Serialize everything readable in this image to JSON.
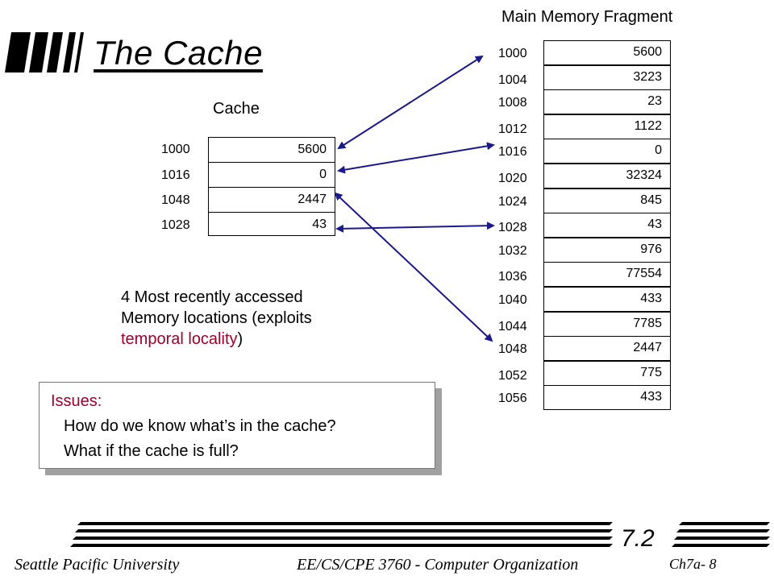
{
  "title": "The Cache",
  "cache": {
    "label": "Cache",
    "rows": [
      {
        "address": "1000",
        "value": "5600"
      },
      {
        "address": "1016",
        "value": "0"
      },
      {
        "address": "1048",
        "value": "2447"
      },
      {
        "address": "1028",
        "value": "43"
      }
    ]
  },
  "memory": {
    "label": "Main Memory Fragment",
    "rows": [
      {
        "address": "1000",
        "value": "5600"
      },
      {
        "address": "1004",
        "value": "3223"
      },
      {
        "address": "1008",
        "value": "23"
      },
      {
        "address": "1012",
        "value": "1122"
      },
      {
        "address": "1016",
        "value": "0"
      },
      {
        "address": "1020",
        "value": "32324"
      },
      {
        "address": "1024",
        "value": "845"
      },
      {
        "address": "1028",
        "value": "43"
      },
      {
        "address": "1032",
        "value": "976"
      },
      {
        "address": "1036",
        "value": "77554"
      },
      {
        "address": "1040",
        "value": "433"
      },
      {
        "address": "1044",
        "value": "7785"
      },
      {
        "address": "1048",
        "value": "2447"
      },
      {
        "address": "1052",
        "value": "775"
      },
      {
        "address": "1056",
        "value": "433"
      }
    ]
  },
  "note": {
    "line1": "4 Most recently accessed",
    "line2": "Memory locations (exploits",
    "highlight": "temporal locality",
    "suffix": ")"
  },
  "issues": {
    "heading": "Issues:",
    "items": [
      "How do we know what’s in the cache?",
      "What if the cache is full?"
    ]
  },
  "footer": {
    "section": "7.2",
    "university": "Seattle Pacific University",
    "course": "EE/CS/CPE 3760 - Computer Organization",
    "page": "Ch7a- 8"
  },
  "colors": {
    "arrow": "#1a1a8c",
    "highlight": "#a0002a"
  }
}
